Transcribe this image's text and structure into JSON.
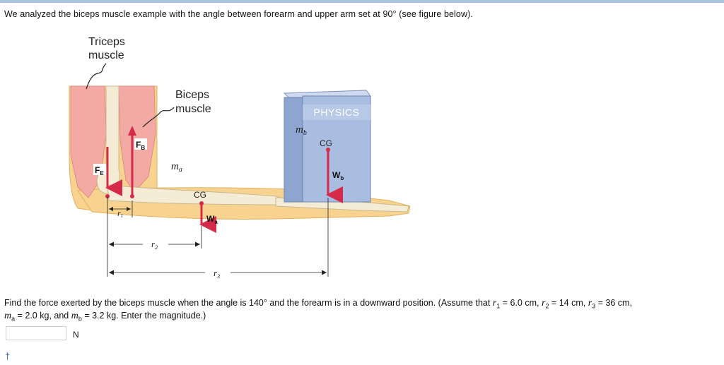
{
  "intro": "We analyzed the biceps muscle example with the angle between forearm and upper arm set at 90° (see figure below).",
  "figure": {
    "triceps_line1": "Triceps",
    "triceps_line2": "muscle",
    "biceps_line1": "Biceps",
    "biceps_line2": "muscle",
    "book_label": "PHYSICS",
    "mb": "m",
    "mb_sub": "b",
    "ma": "m",
    "ma_sub": "a",
    "cg_book": "CG",
    "cg_arm": "CG",
    "fe": "F",
    "fe_sub": "E",
    "fb": "F",
    "fb_sub": "B",
    "wb": "W",
    "wb_sub": "b",
    "wa": "W",
    "wa_sub": "a",
    "r1": "r",
    "r1_sub": "1",
    "r2": "r",
    "r2_sub": "2",
    "r3": "r",
    "r3_sub": "3"
  },
  "question": {
    "find_pre": "Find the force exerted by the biceps muscle when the angle is 140° and the forearm is in a downward position. (Assume that ",
    "r1_var": "r",
    "r1_sub": "1",
    "r1_val": " = 6.0 cm, ",
    "r2_var": "r",
    "r2_sub": "2",
    "r2_val": " = 14 cm, ",
    "r3_var": "r",
    "r3_sub": "3",
    "r3_val": " = 36 cm,",
    "ma_var": "m",
    "ma_sub": "a",
    "ma_val": " = 2.0 kg, and ",
    "mb_var": "m",
    "mb_sub": "b",
    "mb_val": " = 3.2 kg. Enter the magnitude.)"
  },
  "answer": {
    "value": "",
    "unit": "N"
  },
  "footnote": "†",
  "colors": {
    "arrow": "#d62a4a",
    "bone": "#f5ecd6",
    "flesh": "#f6cf87",
    "book": "#a9bde0",
    "muscle": "#f3a9a4"
  }
}
